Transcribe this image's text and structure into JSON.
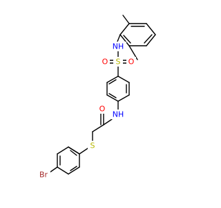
{
  "molecule": {
    "atom_labels": {
      "nh_sulfonamide": "NH",
      "s_sulfonyl": "S",
      "o_sulfonyl_left": "O",
      "o_sulfonyl_right": "O",
      "nh_amide": "NH",
      "o_carbonyl": "O",
      "s_thioether": "S",
      "br": "Br"
    },
    "atom_colors": {
      "N": "#0000ff",
      "O": "#ff0000",
      "S": "#b8b800",
      "Br": "#a52a2a"
    }
  }
}
